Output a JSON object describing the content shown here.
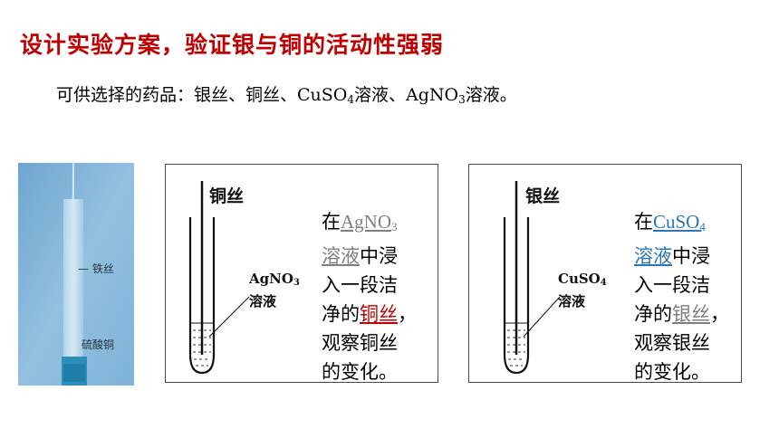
{
  "slide": {
    "title": "设计实验方案，验证银与铜的活动性强弱",
    "subtitle_prefix": "可供选择的药品：银丝、铜丝、",
    "subtitle_cuso": "CuSO",
    "subtitle_cuso_sub": "4",
    "subtitle_mid": "溶液、",
    "subtitle_agno": "AgNO",
    "subtitle_agno_sub": "3",
    "subtitle_suffix": "溶液。"
  },
  "photo": {
    "iron_wire_label": "铁丝",
    "copper_sulfate_label": "硫酸铜"
  },
  "panel1": {
    "wire_label": "铜丝",
    "sol_formula": "AgNO",
    "sol_formula_sub": "3",
    "sol_word": "溶液",
    "desc_prefix": "在",
    "desc_reagent": "AgNO",
    "desc_reagent_sub": "3",
    "desc_reagent_word": "溶液",
    "desc_mid1": "中浸",
    "desc_line3": "入一段洁",
    "desc_line4_pre": "净的",
    "desc_metal": "铜丝",
    "desc_line4_post": "，",
    "desc_line5": "观察铜丝",
    "desc_line6": "的变化。"
  },
  "panel2": {
    "wire_label": "银丝",
    "sol_formula": "CuSO",
    "sol_formula_sub": "4",
    "sol_word": "溶液",
    "desc_prefix": "在",
    "desc_reagent": "CuSO",
    "desc_reagent_sub": "4",
    "desc_reagent_word": "溶液",
    "desc_mid1": "中浸",
    "desc_line3": "入一段洁",
    "desc_line4_pre": "净的",
    "desc_metal": "银丝",
    "desc_line4_post": "，",
    "desc_line5": "观察银丝",
    "desc_line6": "的变化。"
  },
  "colors": {
    "title": "#c00000",
    "underline_gray": "#7f7f7f",
    "underline_red": "#c00000",
    "underline_blue": "#2e75b6",
    "panel_border": "#3d4a5c"
  }
}
